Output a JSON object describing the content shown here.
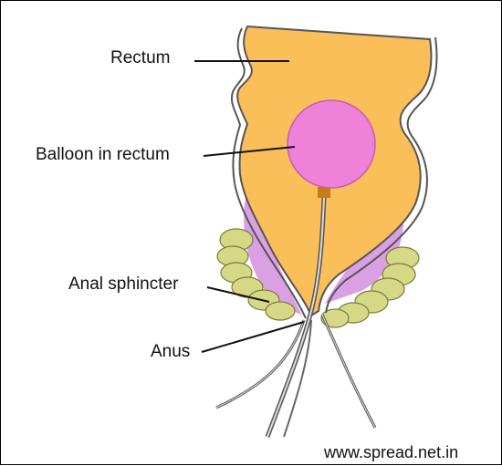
{
  "labels": {
    "rectum": "Rectum",
    "balloon": "Balloon in rectum",
    "sphincter": "Anal sphincter",
    "anus": "Anus"
  },
  "watermark": "www.spread.net.in",
  "colors": {
    "rectum_fill": "#fbbf59",
    "balloon_fill": "#ee82d9",
    "sphincter_muscle": "#d5d986",
    "sphincter_inner": "#dba0e4",
    "valve": "#c97a1a",
    "wall_outline": "#555555"
  }
}
